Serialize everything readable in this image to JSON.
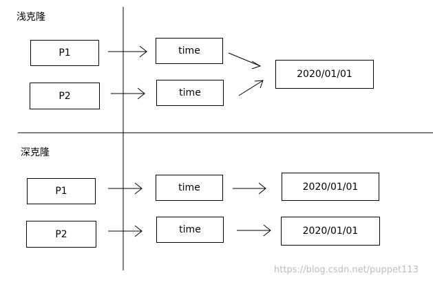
{
  "sections": {
    "shallow_title": "浅克隆",
    "deep_title": "深克隆"
  },
  "shallow": {
    "p1": "P1",
    "p2": "P2",
    "time1": "time",
    "time2": "time",
    "date": "2020/01/01"
  },
  "deep": {
    "p1": "P1",
    "p2": "P2",
    "time1": "time",
    "time2": "time",
    "date1": "2020/01/01",
    "date2": "2020/01/01"
  },
  "watermark": "https://blog.csdn.net/puppet113"
}
